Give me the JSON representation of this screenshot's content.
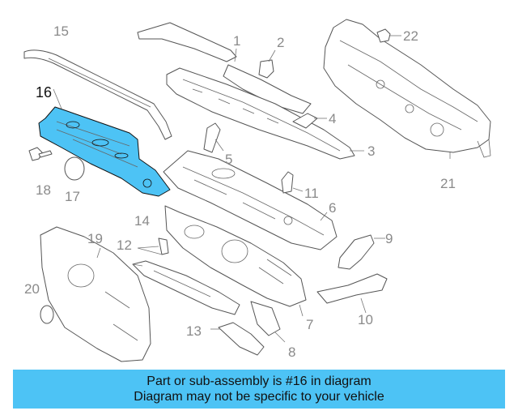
{
  "diagram": {
    "highlight_color": "#4dc3f5",
    "highlighted_part": "16",
    "callouts": [
      "1",
      "2",
      "3",
      "4",
      "5",
      "6",
      "7",
      "8",
      "9",
      "10",
      "11",
      "12",
      "13",
      "14",
      "15",
      "16",
      "17",
      "18",
      "19",
      "20",
      "21",
      "22"
    ]
  },
  "banner": {
    "line1": "Part or sub-assembly is #16 in diagram",
    "line2": "Diagram may not be specific to your vehicle",
    "background": "#4dc3f5"
  }
}
